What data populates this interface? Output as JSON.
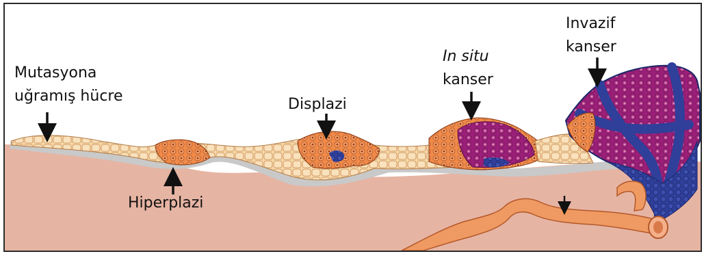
{
  "labels": {
    "mutated_cell_line1": "Mutasyona",
    "mutated_cell_line2": "uğramış hücre",
    "hyperplasia": "Hiperplazi",
    "dysplasia": "Displazi",
    "in_situ_line1": "In situ",
    "in_situ_line2": "kanser",
    "invasive_line1": "Invazif",
    "invasive_line2": "kanser"
  },
  "colors": {
    "tissue": "#e6b4a3",
    "basement_membrane": "#c9c9c9",
    "normal_cells": "#f6d8a8",
    "abnormal_cells": "#ef8a4a",
    "cancer_cells": "#9b1f78",
    "invasive_cells": "#2f3f9a",
    "vessel": "#ef9a62"
  }
}
